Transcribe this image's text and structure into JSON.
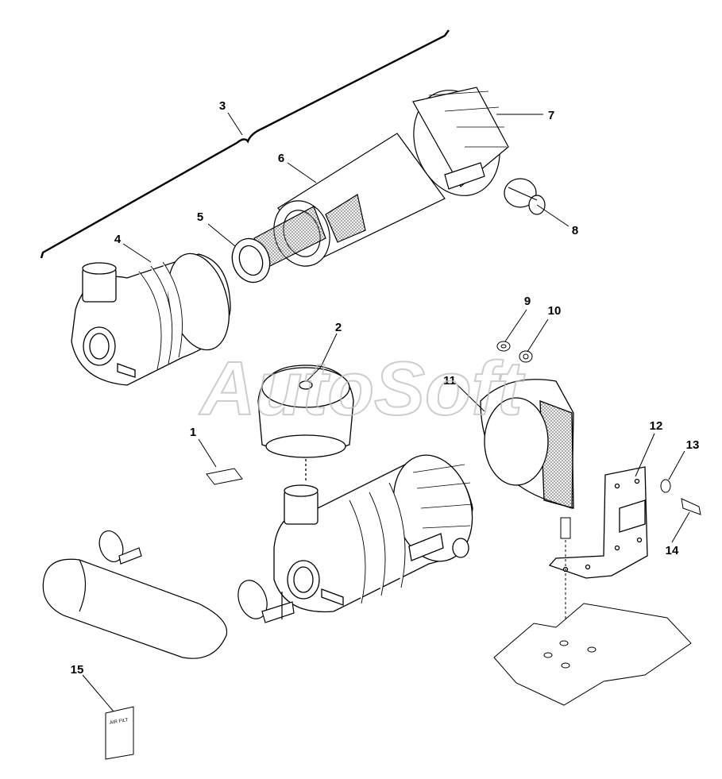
{
  "watermark": "AutoSoft",
  "callouts": [
    "1",
    "2",
    "3",
    "4",
    "5",
    "6",
    "7",
    "8",
    "9",
    "10",
    "11",
    "12",
    "13",
    "14",
    "15"
  ],
  "label_tag_text": "AIR FILT"
}
